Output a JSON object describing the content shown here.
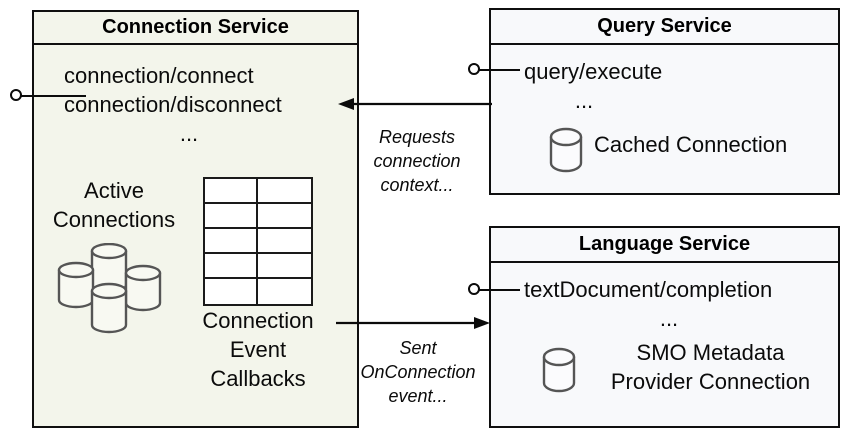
{
  "diagram": {
    "title_not_shown": "",
    "components": [
      {
        "id": "connection-service",
        "title": "Connection Service",
        "interface_lines": [
          "connection/connect",
          "connection/disconnect",
          "..."
        ],
        "artifacts": [
          {
            "label_lines": [
              "Active",
              "Connections"
            ],
            "icon": "multi-cylinder-icon"
          },
          {
            "label_lines": [
              "Connection",
              "Event",
              "Callbacks"
            ],
            "icon": "table-grid-icon"
          }
        ],
        "fill": "#f3f5eb",
        "stroke": "#0f0f0f"
      },
      {
        "id": "query-service",
        "title": "Query Service",
        "interface_lines": [
          "query/execute",
          "..."
        ],
        "artifacts": [
          {
            "label_lines": [
              "Cached Connection"
            ],
            "icon": "cylinder-icon"
          }
        ],
        "fill": "#f8f9fb",
        "stroke": "#0f0f0f"
      },
      {
        "id": "language-service",
        "title": "Language Service",
        "interface_lines": [
          "textDocument/completion",
          "..."
        ],
        "artifacts": [
          {
            "label_lines": [
              "SMO Metadata",
              "Provider Connection"
            ],
            "icon": "cylinder-icon"
          }
        ],
        "fill": "#f8f9fb",
        "stroke": "#0f0f0f"
      }
    ],
    "connectors": [
      {
        "id": "requests-connection-context",
        "from": "query-service",
        "to": "connection-service",
        "direction": "right-to-left",
        "label_lines": [
          "Requests",
          "connection",
          "context..."
        ]
      },
      {
        "id": "sent-onconnection-event",
        "from": "connection-service",
        "to": "language-service",
        "direction": "left-to-right",
        "label_lines": [
          "Sent",
          "OnConnection",
          "event..."
        ]
      }
    ],
    "icon_names": {
      "multi_cylinder": "multi-cylinder-icon",
      "cylinder": "cylinder-icon",
      "table_grid": "table-grid-icon",
      "lollipop": "provided-interface-lollipop-icon"
    }
  }
}
